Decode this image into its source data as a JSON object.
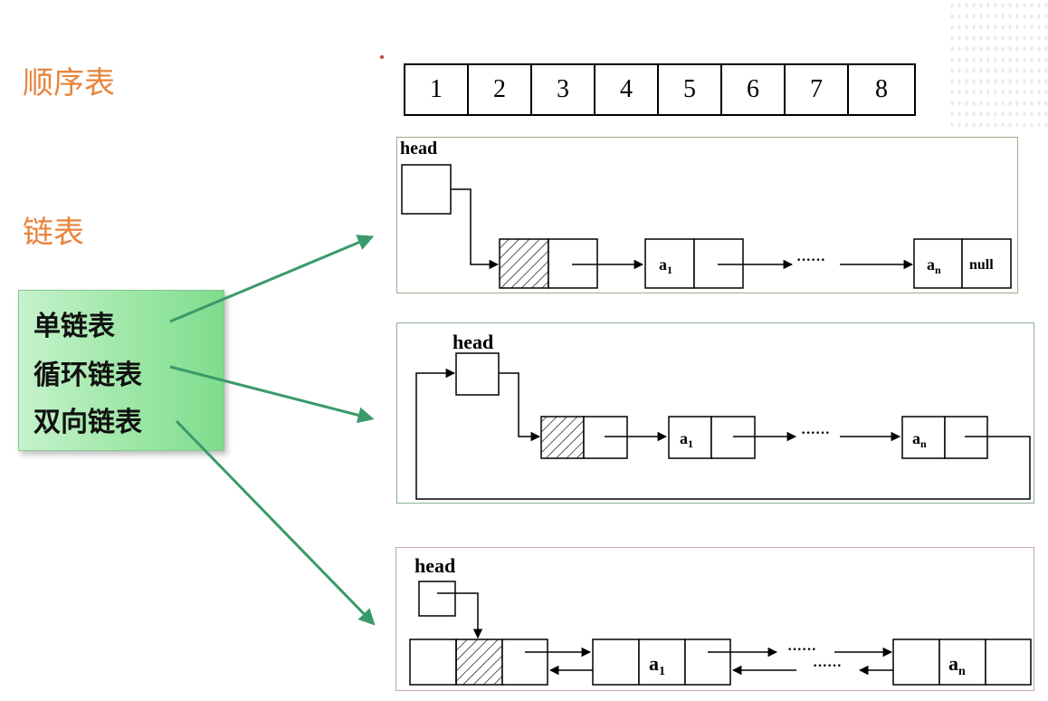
{
  "titles": {
    "sequential": "顺序表",
    "linked": "链表"
  },
  "list_types": [
    "单链表",
    "循环链表",
    "双向链表"
  ],
  "array_cells": [
    "1",
    "2",
    "3",
    "4",
    "5",
    "6",
    "7",
    "8"
  ],
  "labels": {
    "head": "head",
    "a": "a",
    "sub_1": "1",
    "sub_n": "n",
    "ellipsis": "······",
    "null": "null"
  },
  "colors": {
    "title": "#e8843c",
    "type_box": "#9de7a6",
    "arrow_green": "#3a9a6a"
  }
}
